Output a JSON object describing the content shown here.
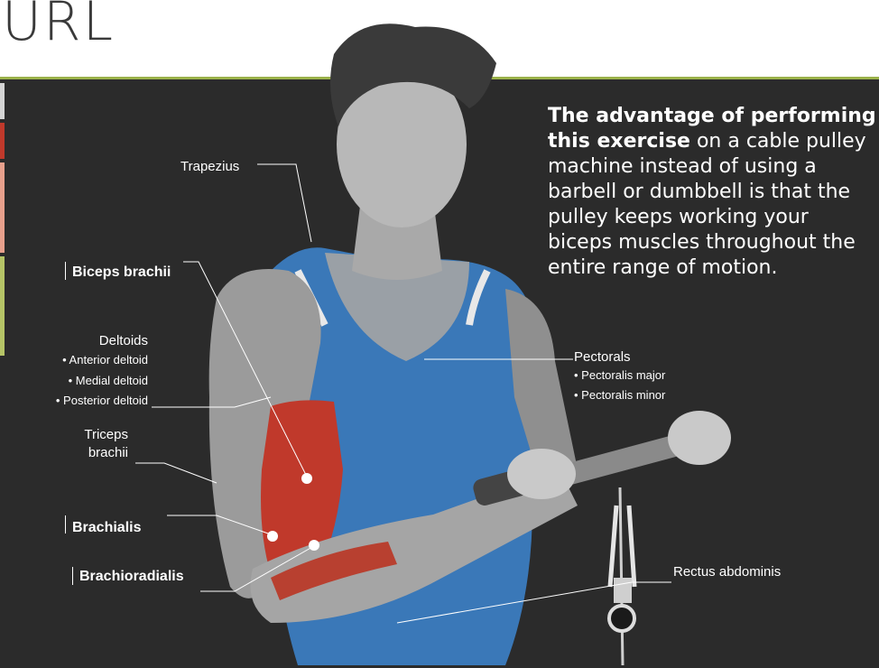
{
  "header": {
    "title": "URL"
  },
  "colors": {
    "panel": "#2b2b2b",
    "accent_border": "#9bb24a",
    "muscle_highlight": "#c0392b",
    "singlet": "#3a78b8"
  },
  "callout": {
    "lead": "The advantage of performing this exercise",
    "body": "on a cable pulley machine instead of using a barbell or dumbbell is that the pulley keeps working your biceps muscles throughout the entire range of motion."
  },
  "labels": {
    "trapezius": "Trapezius",
    "biceps": "Biceps brachii",
    "deltoids": "Deltoids",
    "anterior_deltoid": "• Anterior deltoid",
    "medial_deltoid": "• Medial deltoid",
    "posterior_deltoid": "• Posterior deltoid",
    "triceps_1": "Triceps",
    "triceps_2": "brachii",
    "brachialis": "Brachialis",
    "brachioradialis": "Brachioradialis",
    "pectorals": "Pectorals",
    "pectoralis_major": "• Pectoralis major",
    "pectoralis_minor": "• Pectoralis minor",
    "rectus_abdominis": "Rectus abdominis"
  }
}
